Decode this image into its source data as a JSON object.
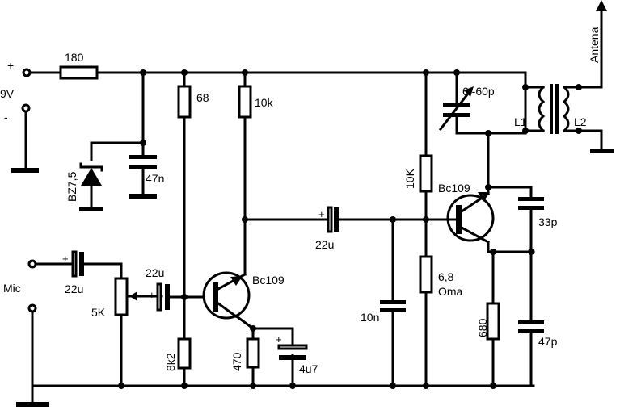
{
  "supply": {
    "plus": "+",
    "voltage": "9V",
    "minus": "-"
  },
  "mic": {
    "label": "Mic",
    "plus": "+"
  },
  "antenna": {
    "label": "Antena"
  },
  "components": {
    "r_180": "180",
    "r_68": "68",
    "r_10k_top": "10k",
    "c_47n": "47n",
    "zener": "BZ7,5",
    "c_22u_in": "22u",
    "pot_5k": "5K",
    "c_22u_base": "22u",
    "t1": "Bc109",
    "r_8k2": "8k2",
    "r_470": "470",
    "c_4u7": "4u7",
    "c_22u_couple": "22u",
    "c_10n": "10n",
    "r_10k_bias": "10K",
    "r_6_8": "6,8",
    "r_6_8_unit": "Oma",
    "t2": "Bc109",
    "c_trim": "6 -60p",
    "c_33p": "33p",
    "c_47p": "47p",
    "r_680": "680",
    "l1": "L1",
    "l2": "L2"
  }
}
